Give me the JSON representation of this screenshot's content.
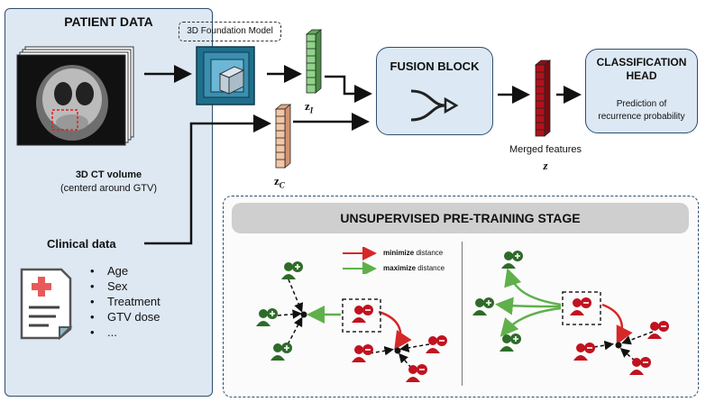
{
  "patient_panel": {
    "title": "PATIENT DATA",
    "ct_label": "3D CT volume",
    "ct_sublabel": "(centerd around GTV)",
    "clinical_label": "Clinical data",
    "clinical_items": [
      "Age",
      "Sex",
      "Treatment",
      "GTV dose",
      "..."
    ]
  },
  "foundation_model": {
    "label": "3D Foundation Model"
  },
  "features": {
    "image_label": "z",
    "image_subscript": "I",
    "clinical_label": "z",
    "clinical_subscript": "C",
    "merged_label": "Merged features",
    "merged_symbol": "z"
  },
  "fusion_block": {
    "title": "FUSION BLOCK"
  },
  "classification_head": {
    "title_line1": "CLASSIFICATION",
    "title_line2": "HEAD",
    "desc_line1": "Prediction of",
    "desc_line2": "recurrence probability"
  },
  "pretraining": {
    "title": "UNSUPERVISED PRE-TRAINING STAGE",
    "legend_minimize_bold": "minimize",
    "legend_minimize_rest": " distance",
    "legend_maximize_bold": "maximize",
    "legend_maximize_rest": " distance"
  },
  "colors": {
    "panel_bg": "#dde8f3",
    "border": "#2f4f6f",
    "positive": "#2e6b2a",
    "negative": "#c1121f",
    "minimize_arrow": "#d62828",
    "maximize_arrow": "#5fb04b",
    "image_feature": "#8fd48a",
    "clinical_feature": "#f4c6a8",
    "merged_feature": "#b0121b"
  }
}
